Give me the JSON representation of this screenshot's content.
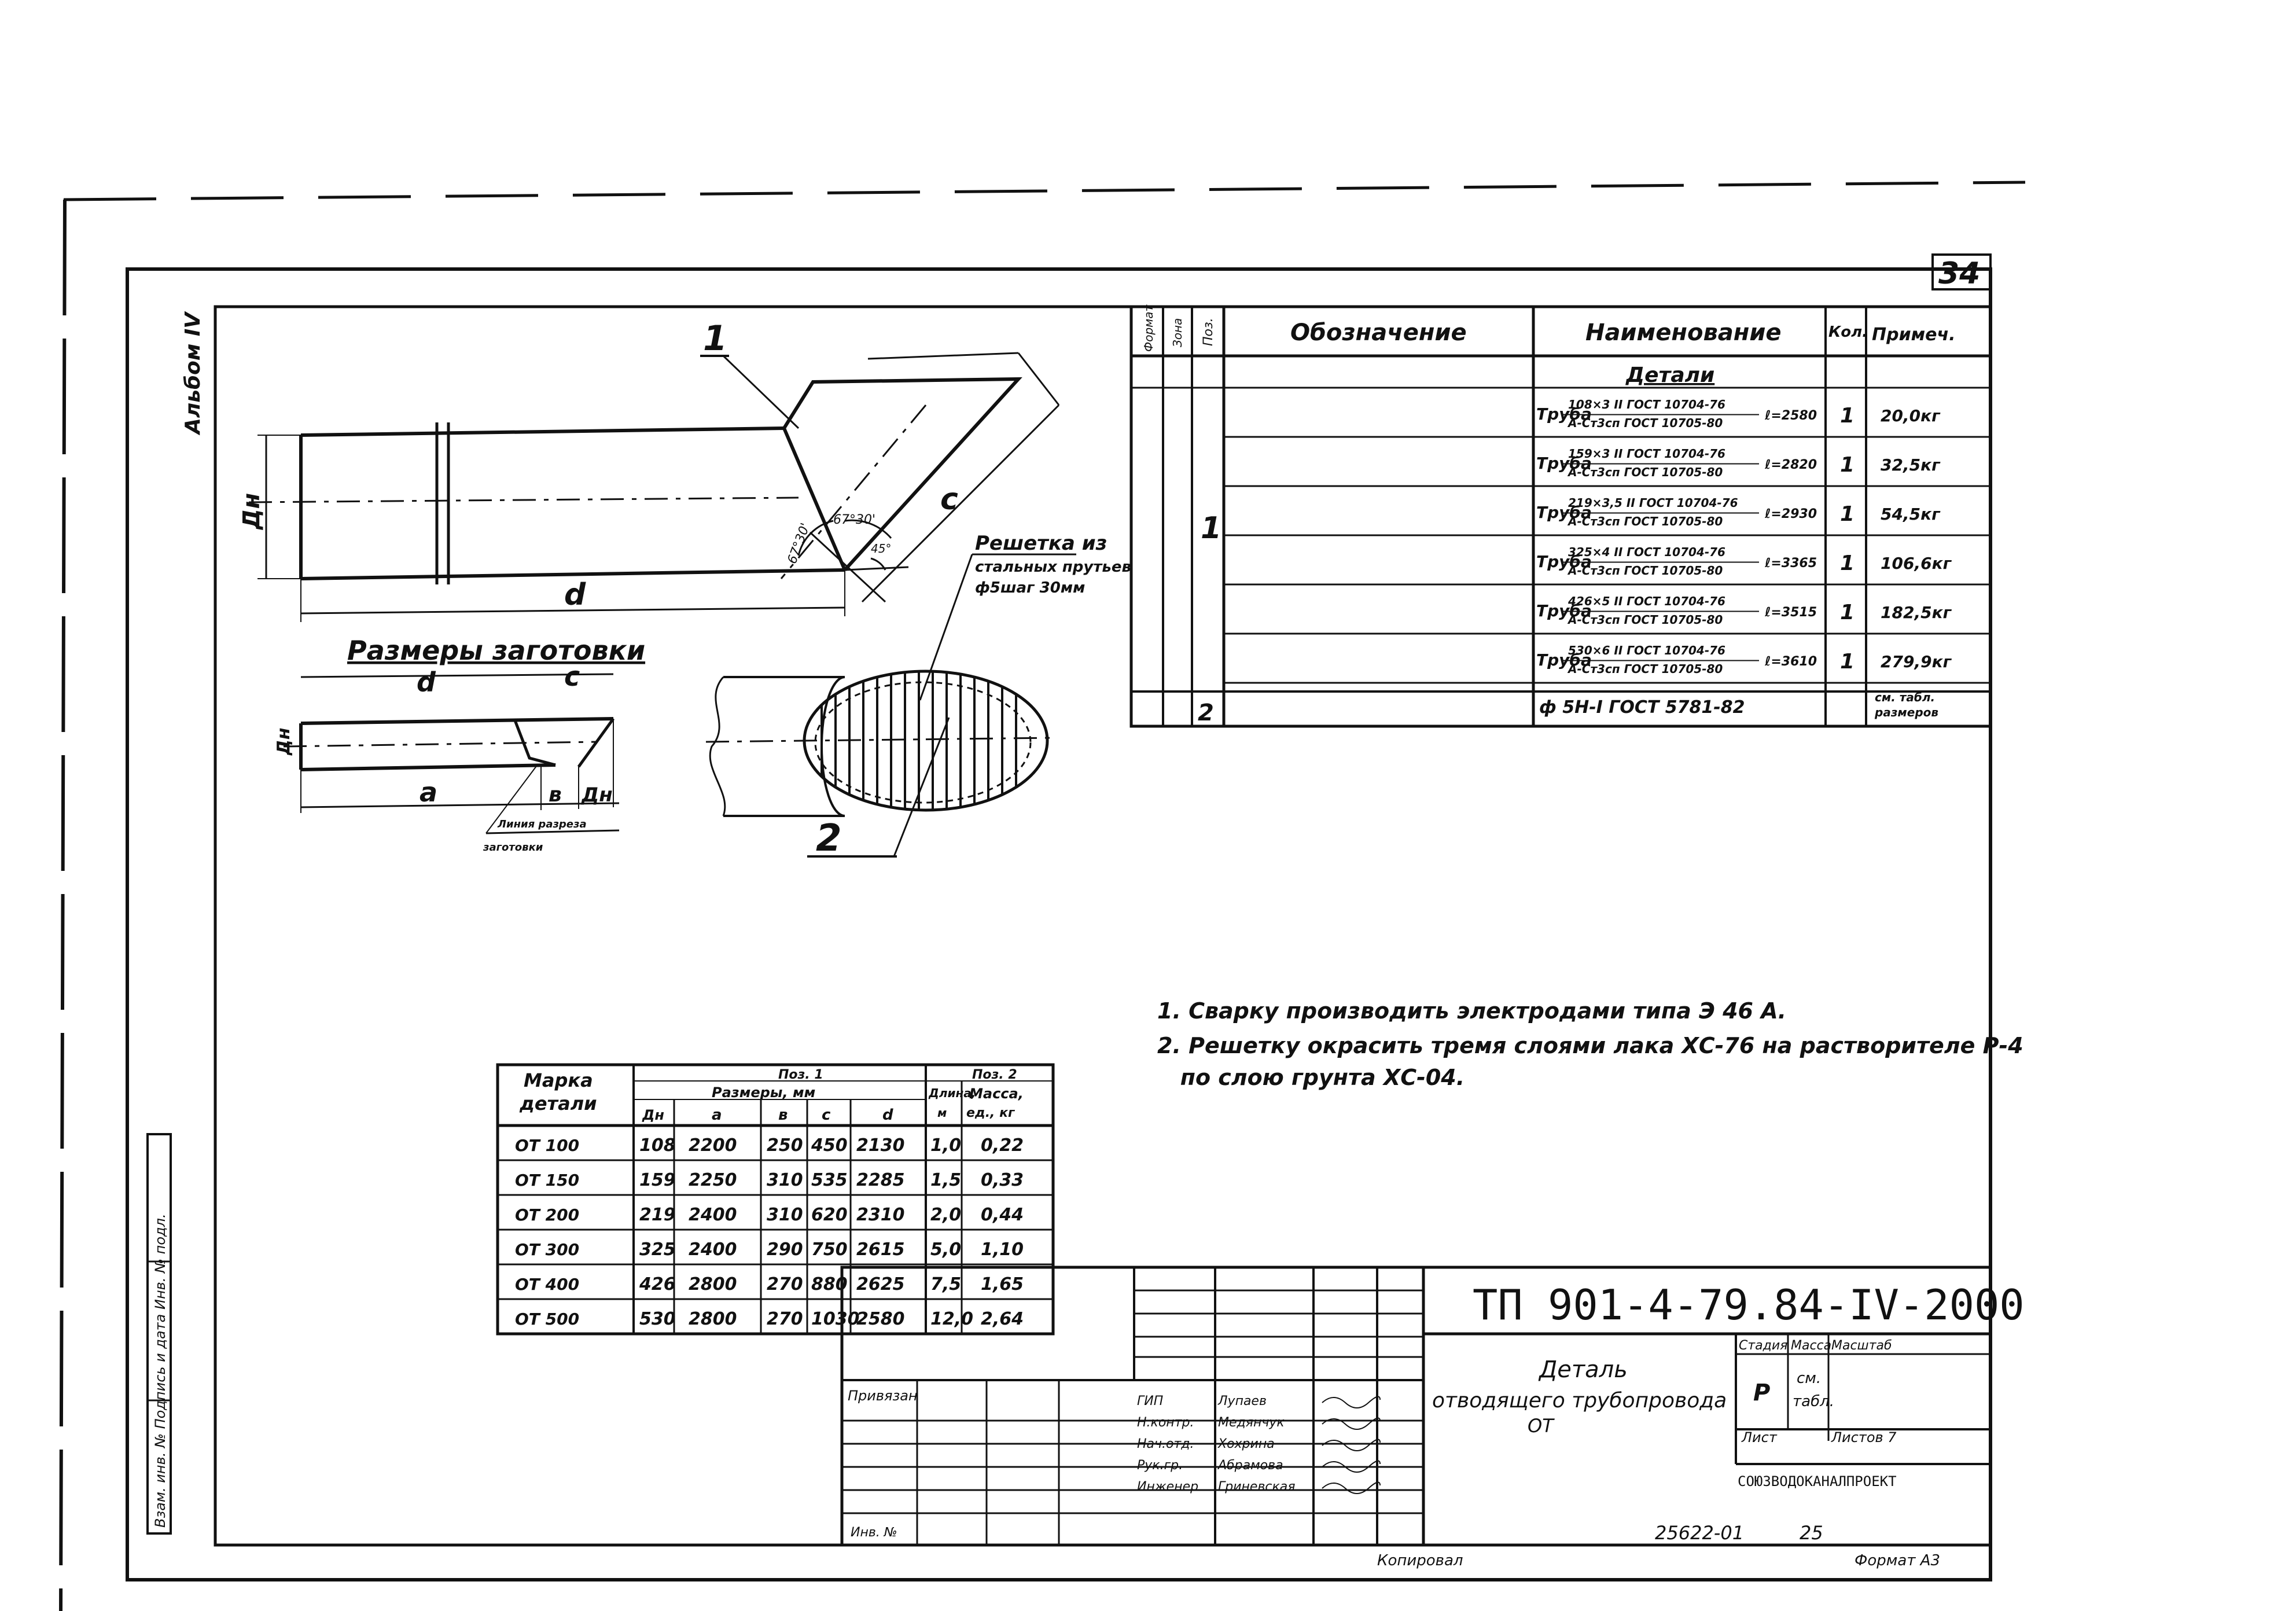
{
  "sheet": {
    "page_number": "34",
    "album": "Альбом IV",
    "code": "ТП 901-4-79.84-IV-2000",
    "title": [
      "Деталь",
      "отводящего трубопровода",
      "ОТ"
    ],
    "stage_label": "Стадия",
    "mass_label": "Масса",
    "scale_label": "Масштаб",
    "stage": "Р",
    "mass": [
      "см.",
      "табл."
    ],
    "sheet_label": "Лист",
    "sheets_label": "Листов 7",
    "org": "СОЮЗВОДОКАНАЛПРОЕКТ",
    "footer_num": "25622-01",
    "footer_mid": "25",
    "format": "Формат А3",
    "copy_note": "Копировал"
  },
  "drawing": {
    "label_1": "1",
    "label_2": "2",
    "label_dn": "Дн",
    "label_d": "d",
    "label_c": "c",
    "label_a": "a",
    "label_b": "в",
    "angle_1": "67°30'",
    "angle_2": "67°30'",
    "angle_3": "45°",
    "grid_note": [
      "Решетка из",
      "стальных прутьев",
      "ф5шаг 30мм"
    ],
    "blank_title": "Размеры заготовки",
    "cut_line": [
      "Линия разреза",
      "заготовки"
    ]
  },
  "spec": {
    "headers": {
      "format": "Формат",
      "zone": "Зона",
      "pos": "Поз.",
      "designation": "Обозначение",
      "name": "Наименование",
      "qty": "Кол.",
      "note": "Примеч."
    },
    "section": "Детали",
    "pos1": "1",
    "pos2": "2",
    "rows": [
      {
        "label": "Труба",
        "l1": "108×3 II ГОСТ 10704-76",
        "l2": "А-Ст3сп ГОСТ 10705-80",
        "len": "ℓ=2580",
        "qty": "1",
        "note": "20,0кг"
      },
      {
        "label": "Труба",
        "l1": "159×3 II ГОСТ 10704-76",
        "l2": "А-Ст3сп ГОСТ 10705-80",
        "len": "ℓ=2820",
        "qty": "1",
        "note": "32,5кг"
      },
      {
        "label": "Труба",
        "l1": "219×3,5 II ГОСТ 10704-76",
        "l2": "А-Ст3сп ГОСТ 10705-80",
        "len": "ℓ=2930",
        "qty": "1",
        "note": "54,5кг"
      },
      {
        "label": "Труба",
        "l1": "325×4 II ГОСТ 10704-76",
        "l2": "А-Ст3сп ГОСТ 10705-80",
        "len": "ℓ=3365",
        "qty": "1",
        "note": "106,6кг"
      },
      {
        "label": "Труба",
        "l1": "426×5 II ГОСТ 10704-76",
        "l2": "А-Ст3сп ГОСТ 10705-80",
        "len": "ℓ=3515",
        "qty": "1",
        "note": "182,5кг"
      },
      {
        "label": "Труба",
        "l1": "530×6 II ГОСТ 10704-76",
        "l2": "А-Ст3сп ГОСТ 10705-80",
        "len": "ℓ=3610",
        "qty": "1",
        "note": "279,9кг"
      }
    ],
    "last": {
      "name": "ф 5Н-I ГОСТ 5781-82",
      "note1": "см. табл.",
      "note2": "размеров"
    }
  },
  "notes": [
    "1. Сварку производить электродами   типа  Э 46 А.",
    "2. Решетку окрасить тремя слоями лака ХС-76 на растворителе Р-4",
    "   по слою грунта ХС-04."
  ],
  "dims": {
    "h_mark": [
      "Марка",
      "детали"
    ],
    "h_pos1": "Поз. 1",
    "h_pos2": "Поз. 2",
    "h_sizes": "Размеры, мм",
    "h_len": [
      "Длина,",
      "м"
    ],
    "h_mass": [
      "Масса,",
      "ед., кг"
    ],
    "cols": [
      "Дн",
      "a",
      "в",
      "c",
      "d"
    ],
    "rows": [
      [
        "ОТ 100",
        "108",
        "2200",
        "250",
        "450",
        "2130",
        "1,0",
        "0,22"
      ],
      [
        "ОТ 150",
        "159",
        "2250",
        "310",
        "535",
        "2285",
        "1,5",
        "0,33"
      ],
      [
        "ОТ 200",
        "219",
        "2400",
        "310",
        "620",
        "2310",
        "2,0",
        "0,44"
      ],
      [
        "ОТ 300",
        "325",
        "2400",
        "290",
        "750",
        "2615",
        "5,0",
        "1,10"
      ],
      [
        "ОТ 400",
        "426",
        "2800",
        "270",
        "880",
        "2625",
        "7,5",
        "1,65"
      ],
      [
        "ОТ 500",
        "530",
        "2800",
        "270",
        "1030",
        "2580",
        "12,0",
        "2,64"
      ]
    ]
  },
  "stamp": {
    "rows": [
      [
        "ГИП",
        "Лупаев"
      ],
      [
        "Н.контр.",
        "Медянчук"
      ],
      [
        "Нач.отд.",
        "Хохрина"
      ],
      [
        "Рук.гр.",
        "Абрамова"
      ],
      [
        "Инженер",
        "Гриневская"
      ]
    ],
    "approved": "Привязан",
    "inv_note": "Инв. №"
  },
  "side_strip": "Взам. инв. №    Подпись и дата    Инв. № подл."
}
